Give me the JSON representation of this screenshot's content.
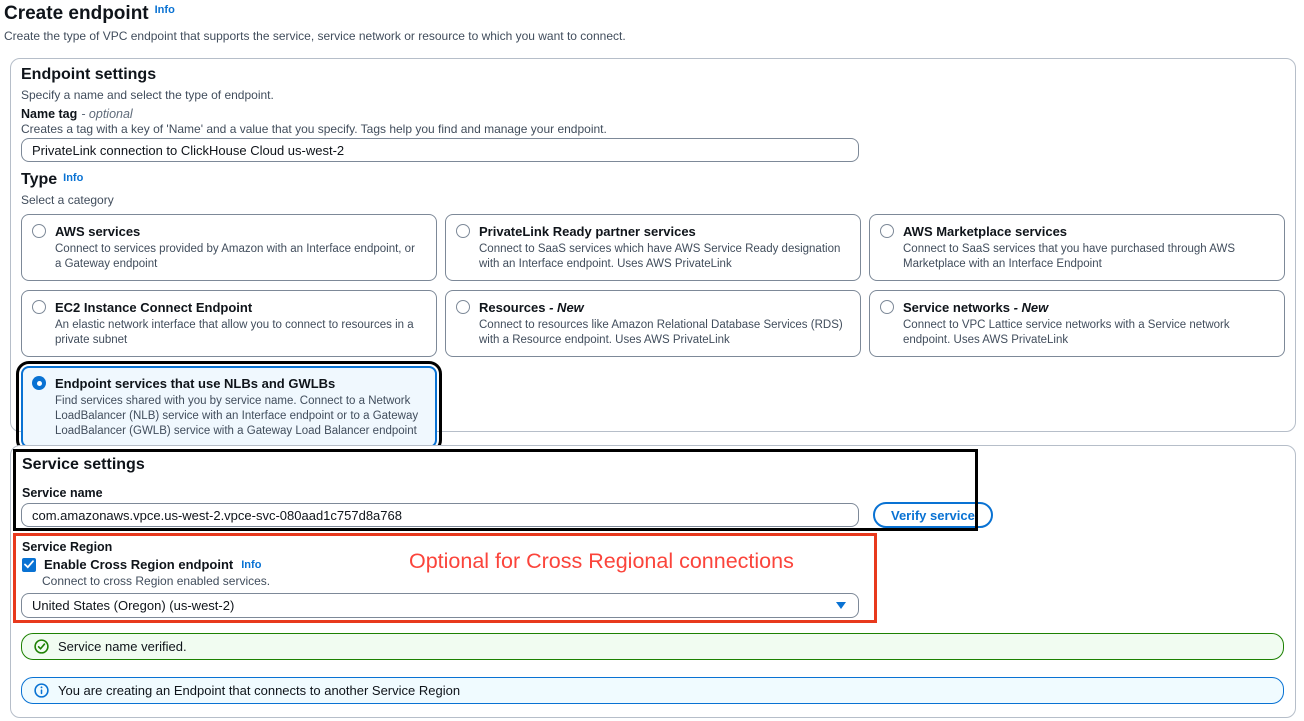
{
  "page": {
    "title": "Create endpoint",
    "title_info": "Info",
    "subtitle": "Create the type of VPC endpoint that supports the service, service network or resource to which you want to connect."
  },
  "endpoint_settings": {
    "title": "Endpoint settings",
    "description": "Specify a name and select the type of endpoint.",
    "name_tag": {
      "label": "Name tag",
      "label_suffix": "- optional",
      "help": "Creates a tag with a key of 'Name' and a value that you specify. Tags help you find and manage your endpoint.",
      "value": "PrivateLink connection to ClickHouse Cloud us-west-2"
    },
    "type": {
      "label": "Type",
      "info": "Info",
      "help": "Select a category",
      "options": [
        {
          "title": "AWS services",
          "description": "Connect to services provided by Amazon with an Interface endpoint, or a Gateway endpoint",
          "selected": false
        },
        {
          "title": "PrivateLink Ready partner services",
          "description": "Connect to SaaS services which have AWS Service Ready designation with an Interface endpoint. Uses AWS PrivateLink",
          "selected": false
        },
        {
          "title": "AWS Marketplace services",
          "description": "Connect to SaaS services that you have purchased through AWS Marketplace with an Interface Endpoint",
          "selected": false
        },
        {
          "title": "EC2 Instance Connect Endpoint",
          "description": "An elastic network interface that allow you to connect to resources in a private subnet",
          "selected": false
        },
        {
          "title": "Resources",
          "suffix": "- New",
          "description": "Connect to resources like Amazon Relational Database Services (RDS) with a Resource endpoint. Uses AWS PrivateLink",
          "selected": false
        },
        {
          "title": "Service networks",
          "suffix": "- New",
          "description": "Connect to VPC Lattice service networks with a Service network endpoint. Uses AWS PrivateLink",
          "selected": false
        },
        {
          "title": "Endpoint services that use NLBs and GWLBs",
          "description": "Find services shared with you by service name. Connect to a Network LoadBalancer (NLB) service with an Interface endpoint or to a Gateway LoadBalancer (GWLB) service with a Gateway Load Balancer endpoint",
          "selected": true
        }
      ]
    }
  },
  "service_settings": {
    "title": "Service settings",
    "service_name": {
      "label": "Service name",
      "value": "com.amazonaws.vpce.us-west-2.vpce-svc-080aad1c757d8a768"
    },
    "verify_button_label": "Verify service",
    "service_region": {
      "label": "Service Region",
      "checkbox_checked": true,
      "checkbox_label": "Enable Cross Region endpoint",
      "checkbox_info": "Info",
      "checkbox_help": "Connect to cross Region enabled services.",
      "selected_region": "United States (Oregon) (us-west-2)"
    },
    "success_banner_text": "Service name verified.",
    "info_banner_text": "You are creating an Endpoint that connects to another Service Region"
  },
  "annotations": {
    "cross_region_note": "Optional for Cross Regional connections",
    "note_color": "#fb443b",
    "red_box_color": "#e8391d",
    "black_box_color": "#000000"
  },
  "colors": {
    "accent_link": "#0972d3",
    "selected_option_bg": "#f0f8fe",
    "success_border": "#1d8102",
    "success_bg": "#f1fcf1",
    "info_border": "#0972d3",
    "info_bg": "#f0fbff"
  }
}
